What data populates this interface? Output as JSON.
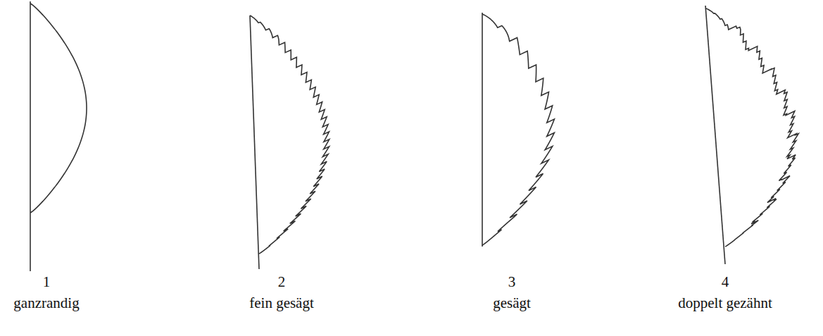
{
  "diagram": {
    "labels": [
      "1",
      "ganzrandig",
      "2",
      "fein gesägt",
      "3",
      "gesägt",
      "4",
      "doppelt gezähnt"
    ]
  }
}
